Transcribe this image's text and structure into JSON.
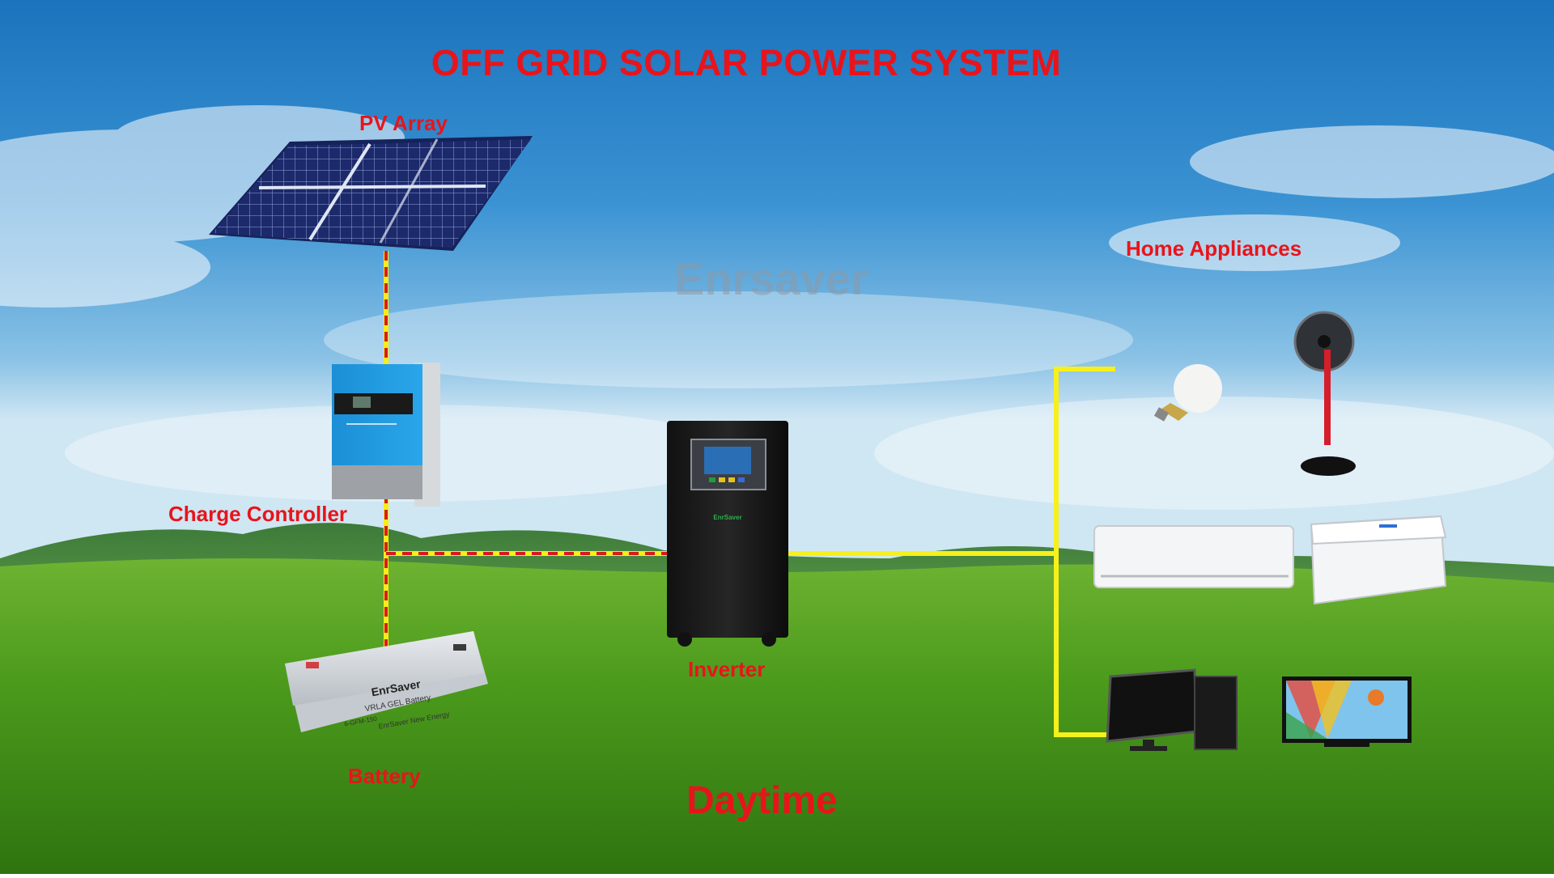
{
  "title": "OFF GRID SOLAR POWER SYSTEM",
  "watermark": "Enrsaver",
  "labels": {
    "pv_array": "PV Array",
    "charge_controller": "Charge Controller",
    "battery": "Battery",
    "inverter": "Inverter",
    "home_appliances": "Home Appliances",
    "time_of_day": "Daytime"
  },
  "device_text": {
    "inverter_brand": "EnrSaver",
    "battery_brand": "EnrSaver",
    "battery_type": "VRLA GEL Battery",
    "battery_model": "6-GFM-150",
    "battery_maker": "EnrSaver New Energy"
  },
  "appliances": [
    "light-bulb",
    "stand-fan",
    "air-conditioner",
    "chest-freezer",
    "desktop-computer",
    "television"
  ],
  "colors": {
    "label_red": "#e8141b",
    "dc_line_yellow": "#f5ee1a",
    "dc_dash_red": "#d61c1c",
    "ac_line_yellow": "#f7f01c",
    "sky_top": "#1f7fc6",
    "grass": "#4f9a1e",
    "watermark": "#8c9aa8"
  }
}
